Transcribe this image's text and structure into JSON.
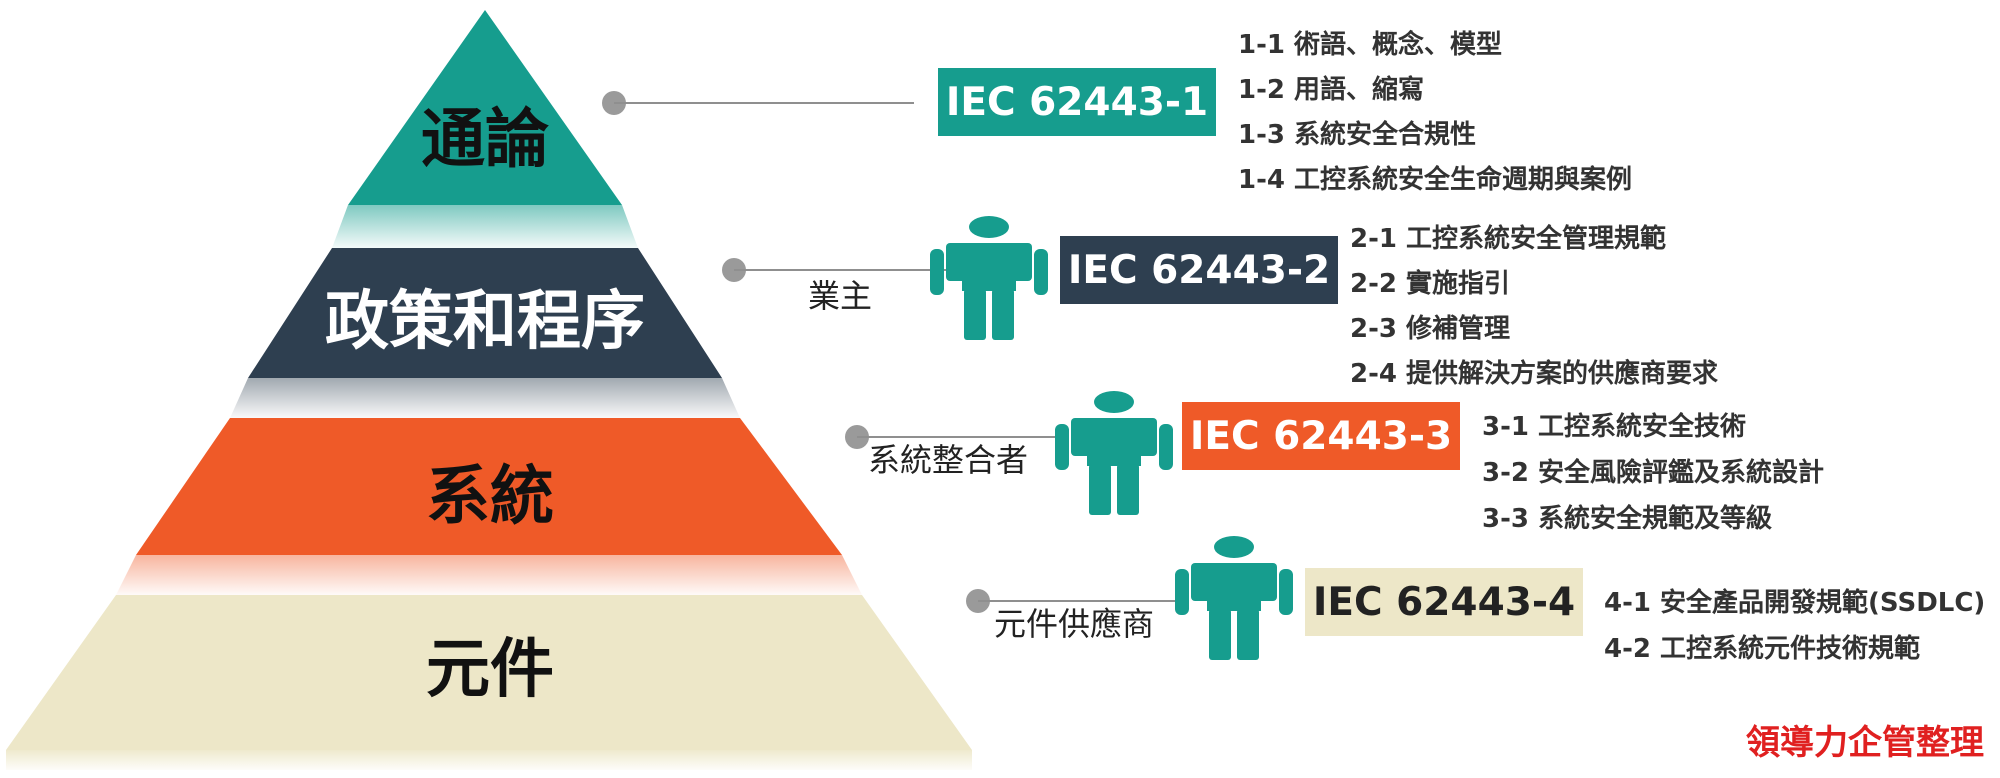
{
  "pyramid": {
    "tiers": [
      {
        "label": "通論",
        "color": "#169d8e"
      },
      {
        "label": "政策和程序",
        "color": "#2e3f50"
      },
      {
        "label": "系統",
        "color": "#ef5a28"
      },
      {
        "label": "元件",
        "color": "#ede7c8"
      }
    ]
  },
  "standards": [
    {
      "code": "IEC 62443-1",
      "role": "",
      "items": [
        "1-1 術語、概念、模型",
        "1-2 用語、縮寫",
        "1-3 系統安全合規性",
        "1-4 工控系統安全生命週期與案例"
      ]
    },
    {
      "code": "IEC 62443-2",
      "role": "業主",
      "items": [
        "2-1 工控系統安全管理規範",
        "2-2 實施指引",
        "2-3 修補管理",
        "2-4 提供解決方案的供應商要求"
      ]
    },
    {
      "code": "IEC 62443-3",
      "role": "系統整合者",
      "items": [
        "3-1 工控系統安全技術",
        "3-2 安全風險評鑑及系統設計",
        "3-3 系統安全規範及等級"
      ]
    },
    {
      "code": "IEC 62443-4",
      "role": "元件供應商",
      "items": [
        "4-1 安全產品開發規範(SSDLC)",
        "4-2 工控系統元件技術規範"
      ]
    }
  ],
  "credit": "領導力企管整理",
  "icons": {
    "person": "person-icon"
  },
  "colors": {
    "teal": "#169d8e",
    "navy": "#2e3f50",
    "orange": "#ef5a28",
    "beige": "#ede7c8",
    "credit_red": "#e02020"
  }
}
